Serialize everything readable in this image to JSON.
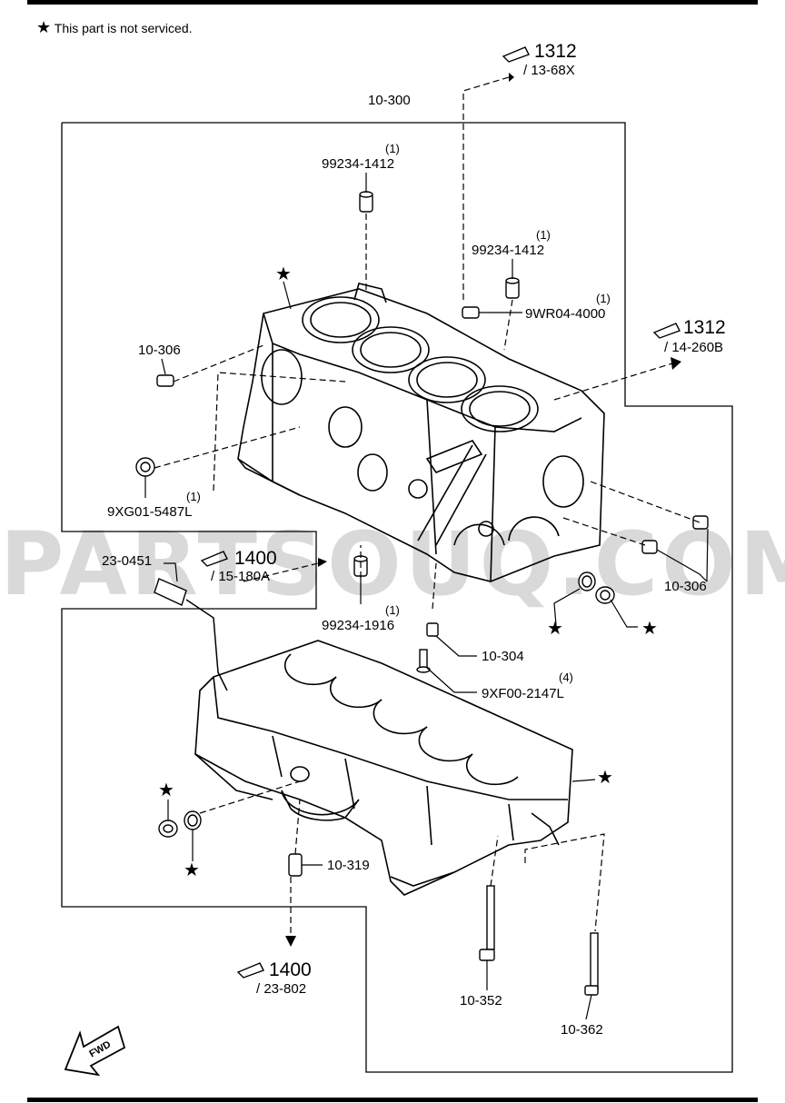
{
  "note": {
    "star": "★",
    "text": "This part is not serviced."
  },
  "watermark": "PARTSOUQ.COM",
  "refs": {
    "r1312a": {
      "num": "1312",
      "sub": "/ 13-68X"
    },
    "r1312b": {
      "num": "1312",
      "sub": "/ 14-260B"
    },
    "r1400a": {
      "num": "1400",
      "sub": "/ 15-180A"
    },
    "r1400b": {
      "num": "1400",
      "sub": "/ 23-802"
    }
  },
  "labels": {
    "l10300": "10-300",
    "l99234a": "99234-1412",
    "l99234a_q": "(1)",
    "l99234b": "99234-1412",
    "l99234b_q": "(1)",
    "l9wr04": "9WR04-4000",
    "l9wr04_q": "(1)",
    "l10306a": "10-306",
    "l9xg01": "9XG01-5487L",
    "l9xg01_q": "(1)",
    "l230451": "23-0451",
    "l99234c": "99234-1916",
    "l99234c_q": "(1)",
    "l10304": "10-304",
    "l9xf00": "9XF00-2147L",
    "l9xf00_q": "(4)",
    "l10306b": "10-306",
    "l10319": "10-319",
    "l10352": "10-352",
    "l10362": "10-362"
  },
  "fwd": "FWD"
}
